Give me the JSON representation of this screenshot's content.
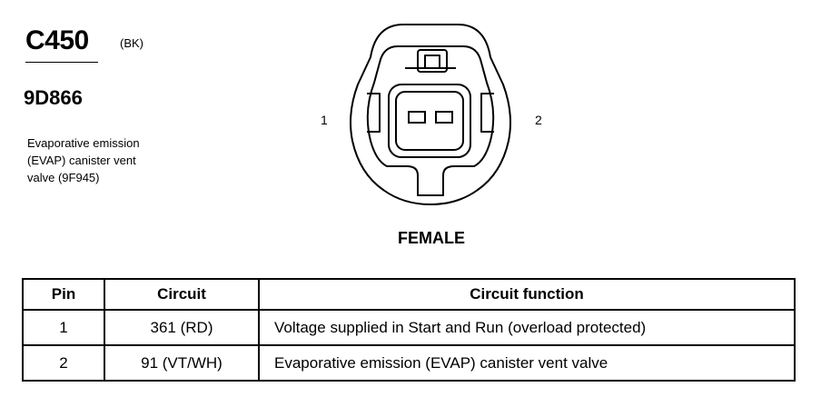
{
  "connector": {
    "id": "C450",
    "color": "(BK)",
    "part_number": "9D866",
    "description_lines": [
      "Evaporative emission",
      "(EVAP) canister vent",
      "valve (9F945)"
    ]
  },
  "view": {
    "gender": "FEMALE",
    "pin_left": "1",
    "pin_right": "2"
  },
  "table": {
    "headers": [
      "Pin",
      "Circuit",
      "Circuit function"
    ],
    "rows": [
      {
        "pin": "1",
        "circuit": "361 (RD)",
        "function": "Voltage supplied in Start and Run (overload protected)"
      },
      {
        "pin": "2",
        "circuit": "91 (VT/WH)",
        "function": "Evaporative emission (EVAP) canister vent valve"
      }
    ]
  }
}
